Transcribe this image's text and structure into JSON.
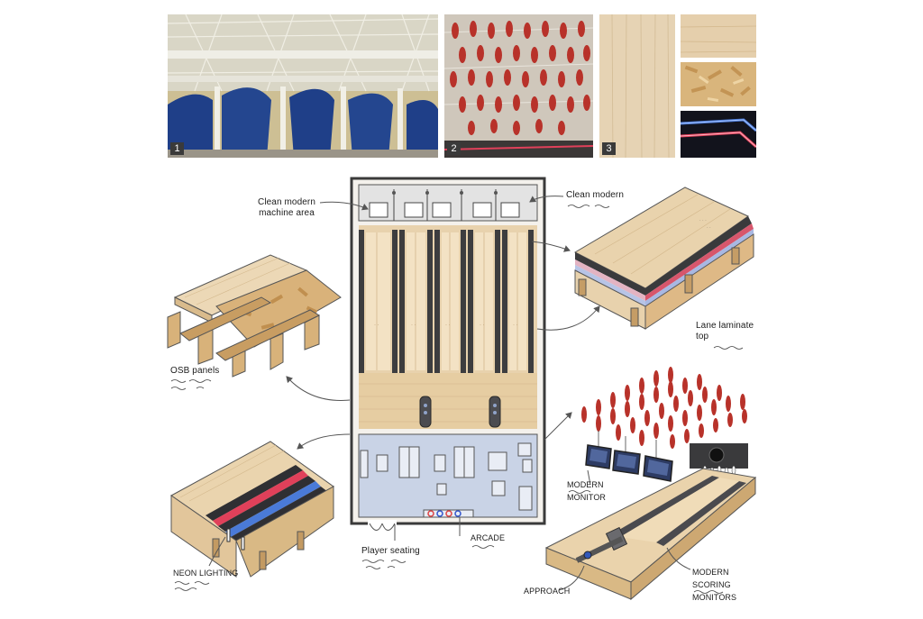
{
  "photos": [
    {
      "number": "1"
    },
    {
      "number": "2"
    },
    {
      "number": "3"
    }
  ],
  "labels": {
    "machine_area": "Clean modern machine area",
    "clean_modern": "Clean modern",
    "lane_laminate": "Lane laminate top",
    "osb_panels": "OSB panels",
    "modern_monitor": "MODERN MONITOR",
    "player_seating": "Player seating",
    "arcade": "ARCADE",
    "neon_lighting": "NEON LIGHTING",
    "approach": "APPROACH",
    "scoring_monitors": "MODERN SCORING MONITORS"
  },
  "colors": {
    "wood": "#e8cfa6",
    "wood_dark": "#cdae7f",
    "blue_panel": "#24468f",
    "pin_red": "#b8322a",
    "lounge_blue": "#c9d3e6",
    "neon_red": "#e0405a",
    "neon_blue": "#4a7ad8"
  }
}
